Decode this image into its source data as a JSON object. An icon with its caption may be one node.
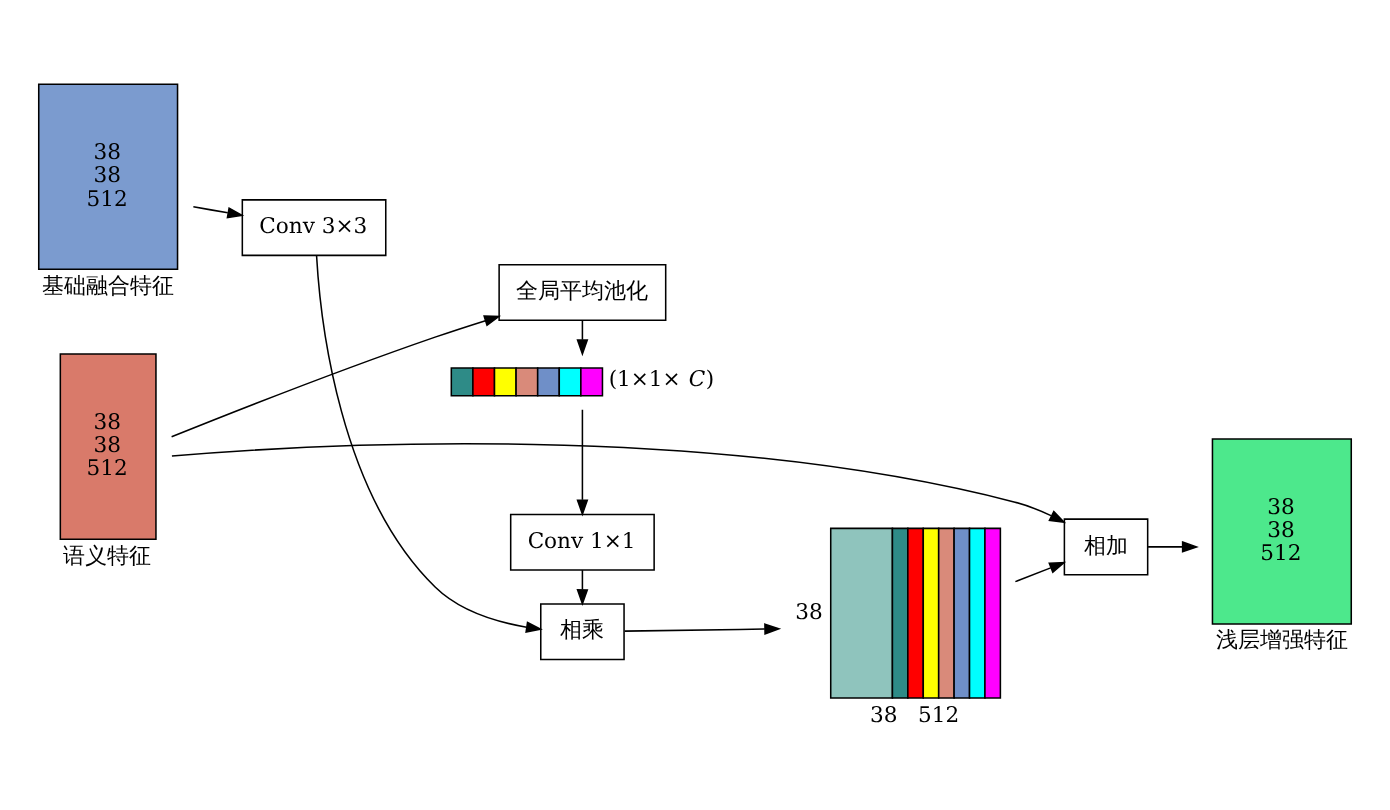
{
  "diagram": {
    "nodes": [
      {
        "text": [
          "38",
          "38",
          "512"
        ],
        "beside": [
          "基础融合特征"
        ]
      },
      {
        "text": [
          "Conv 3×3"
        ]
      },
      {
        "text": [
          "相乘"
        ]
      },
      {
        "text": [],
        "shape": "box",
        "beside": [
          "38",
          "38",
          "512"
        ]
      },
      {
        "text": [
          "相加"
        ]
      },
      {
        "text": [
          "38",
          "38",
          "512"
        ],
        "beside": [
          "浅层增强特征"
        ]
      },
      {
        "text": [
          "Conv 1×1"
        ]
      },
      {
        "text": [],
        "shape": "bar",
        "beside": [
          "(1×1×*C*)"
        ]
      },
      {
        "text": [
          "全局平均池化"
        ]
      },
      {
        "text": [
          "38",
          "38",
          "512"
        ],
        "beside": [
          "语义特征"
        ]
      }
    ],
    "edges": [
      {
        "from": 0,
        "to": 1,
        "arrow": "to"
      },
      {
        "from": 1,
        "to": 2,
        "arrow": "to"
      },
      {
        "from": 2,
        "to": 3,
        "arrow": "to"
      },
      {
        "from": 3,
        "to": 4,
        "arrow": "to"
      },
      {
        "from": 4,
        "to": 5,
        "arrow": "to"
      },
      {
        "from": 6,
        "to": 2,
        "arrow": "to"
      },
      {
        "from": 7,
        "to": 6,
        "arrow": "to"
      },
      {
        "from": 8,
        "to": 7,
        "arrow": "to"
      },
      {
        "from": 9,
        "to": 8,
        "arrow": "to"
      },
      {
        "from": 9,
        "to": 4,
        "arrow": "to"
      }
    ]
  }
}
